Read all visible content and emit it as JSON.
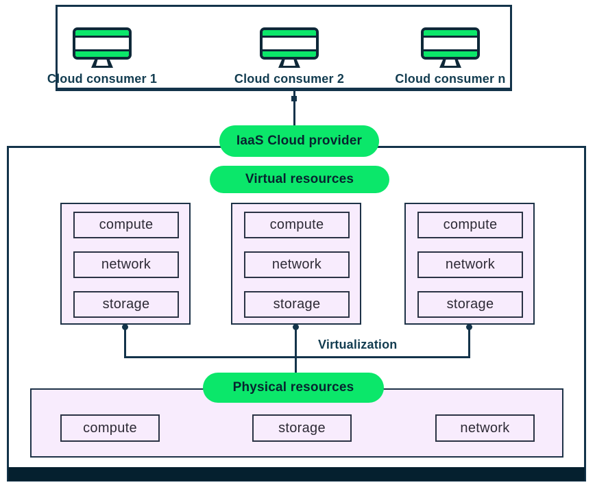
{
  "diagram": {
    "title_context": "IaaS cloud architecture diagram",
    "consumers": {
      "icon": "desktop-monitor-icon",
      "labels": [
        "Cloud consumer 1",
        "Cloud consumer 2",
        "Cloud consumer n"
      ]
    },
    "provider_pill": "IaaS Cloud provider",
    "virtual_pill": "Virtual resources",
    "virtualization_label": "Virtualization",
    "physical_pill": "Physical resources",
    "virtual_groups": [
      {
        "items": [
          "compute",
          "network",
          "storage"
        ]
      },
      {
        "items": [
          "compute",
          "network",
          "storage"
        ]
      },
      {
        "items": [
          "compute",
          "network",
          "storage"
        ]
      }
    ],
    "physical_items": [
      "compute",
      "storage",
      "network"
    ],
    "colors": {
      "accent_green": "#0BE76A",
      "line_navy": "#13334A",
      "icon_ink": "#0E2838",
      "bottom_bar": "#05202F",
      "box_lavender": "#F8ECFD",
      "box_text": "#2D2A35",
      "label_navy": "#123C50"
    }
  }
}
